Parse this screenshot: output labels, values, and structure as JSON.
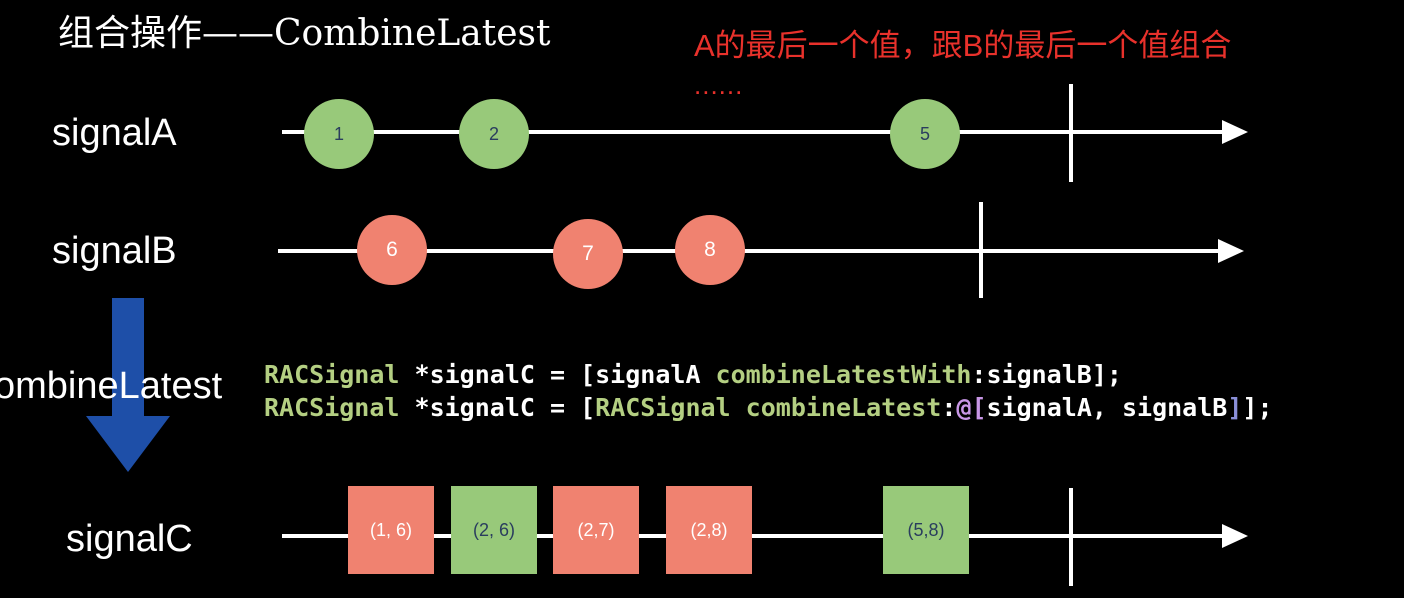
{
  "title": "组合操作——CombineLatest",
  "note": {
    "text": "A的最后一个值，跟B的最后一个值组合",
    "dots": "......",
    "color": "#e8312b"
  },
  "signals": {
    "a": {
      "label": "signalA",
      "values": [
        "1",
        "2",
        "5"
      ],
      "color": "#98c97a"
    },
    "b": {
      "label": "signalB",
      "values": [
        "6",
        "7",
        "8"
      ],
      "color": "#f08270"
    },
    "c": {
      "label": "signalC",
      "values": [
        "(1,  6)",
        "(2,  6)",
        "(2,7)",
        "(2,8)",
        "(5,8)"
      ],
      "colors": [
        "#f08270",
        "#98c97a",
        "#f08270",
        "#f08270",
        "#98c97a"
      ]
    }
  },
  "operator": {
    "label": "ombineLatest",
    "arrow_color": "#1e4fa8"
  },
  "code": {
    "line1": {
      "t1": "RACSignal",
      "t2": " *signalC = [signalA ",
      "t3": "combineLatestWith",
      "t4": ":signalB];"
    },
    "line2": {
      "t1": "RACSignal",
      "t2": " *signalC = [",
      "t3": "RACSignal",
      "t4": " ",
      "t5": "combineLatest",
      "t6": ":",
      "t7": "@[",
      "t8": "signalA, signalB",
      "t9": "]",
      "t10": "];"
    }
  }
}
